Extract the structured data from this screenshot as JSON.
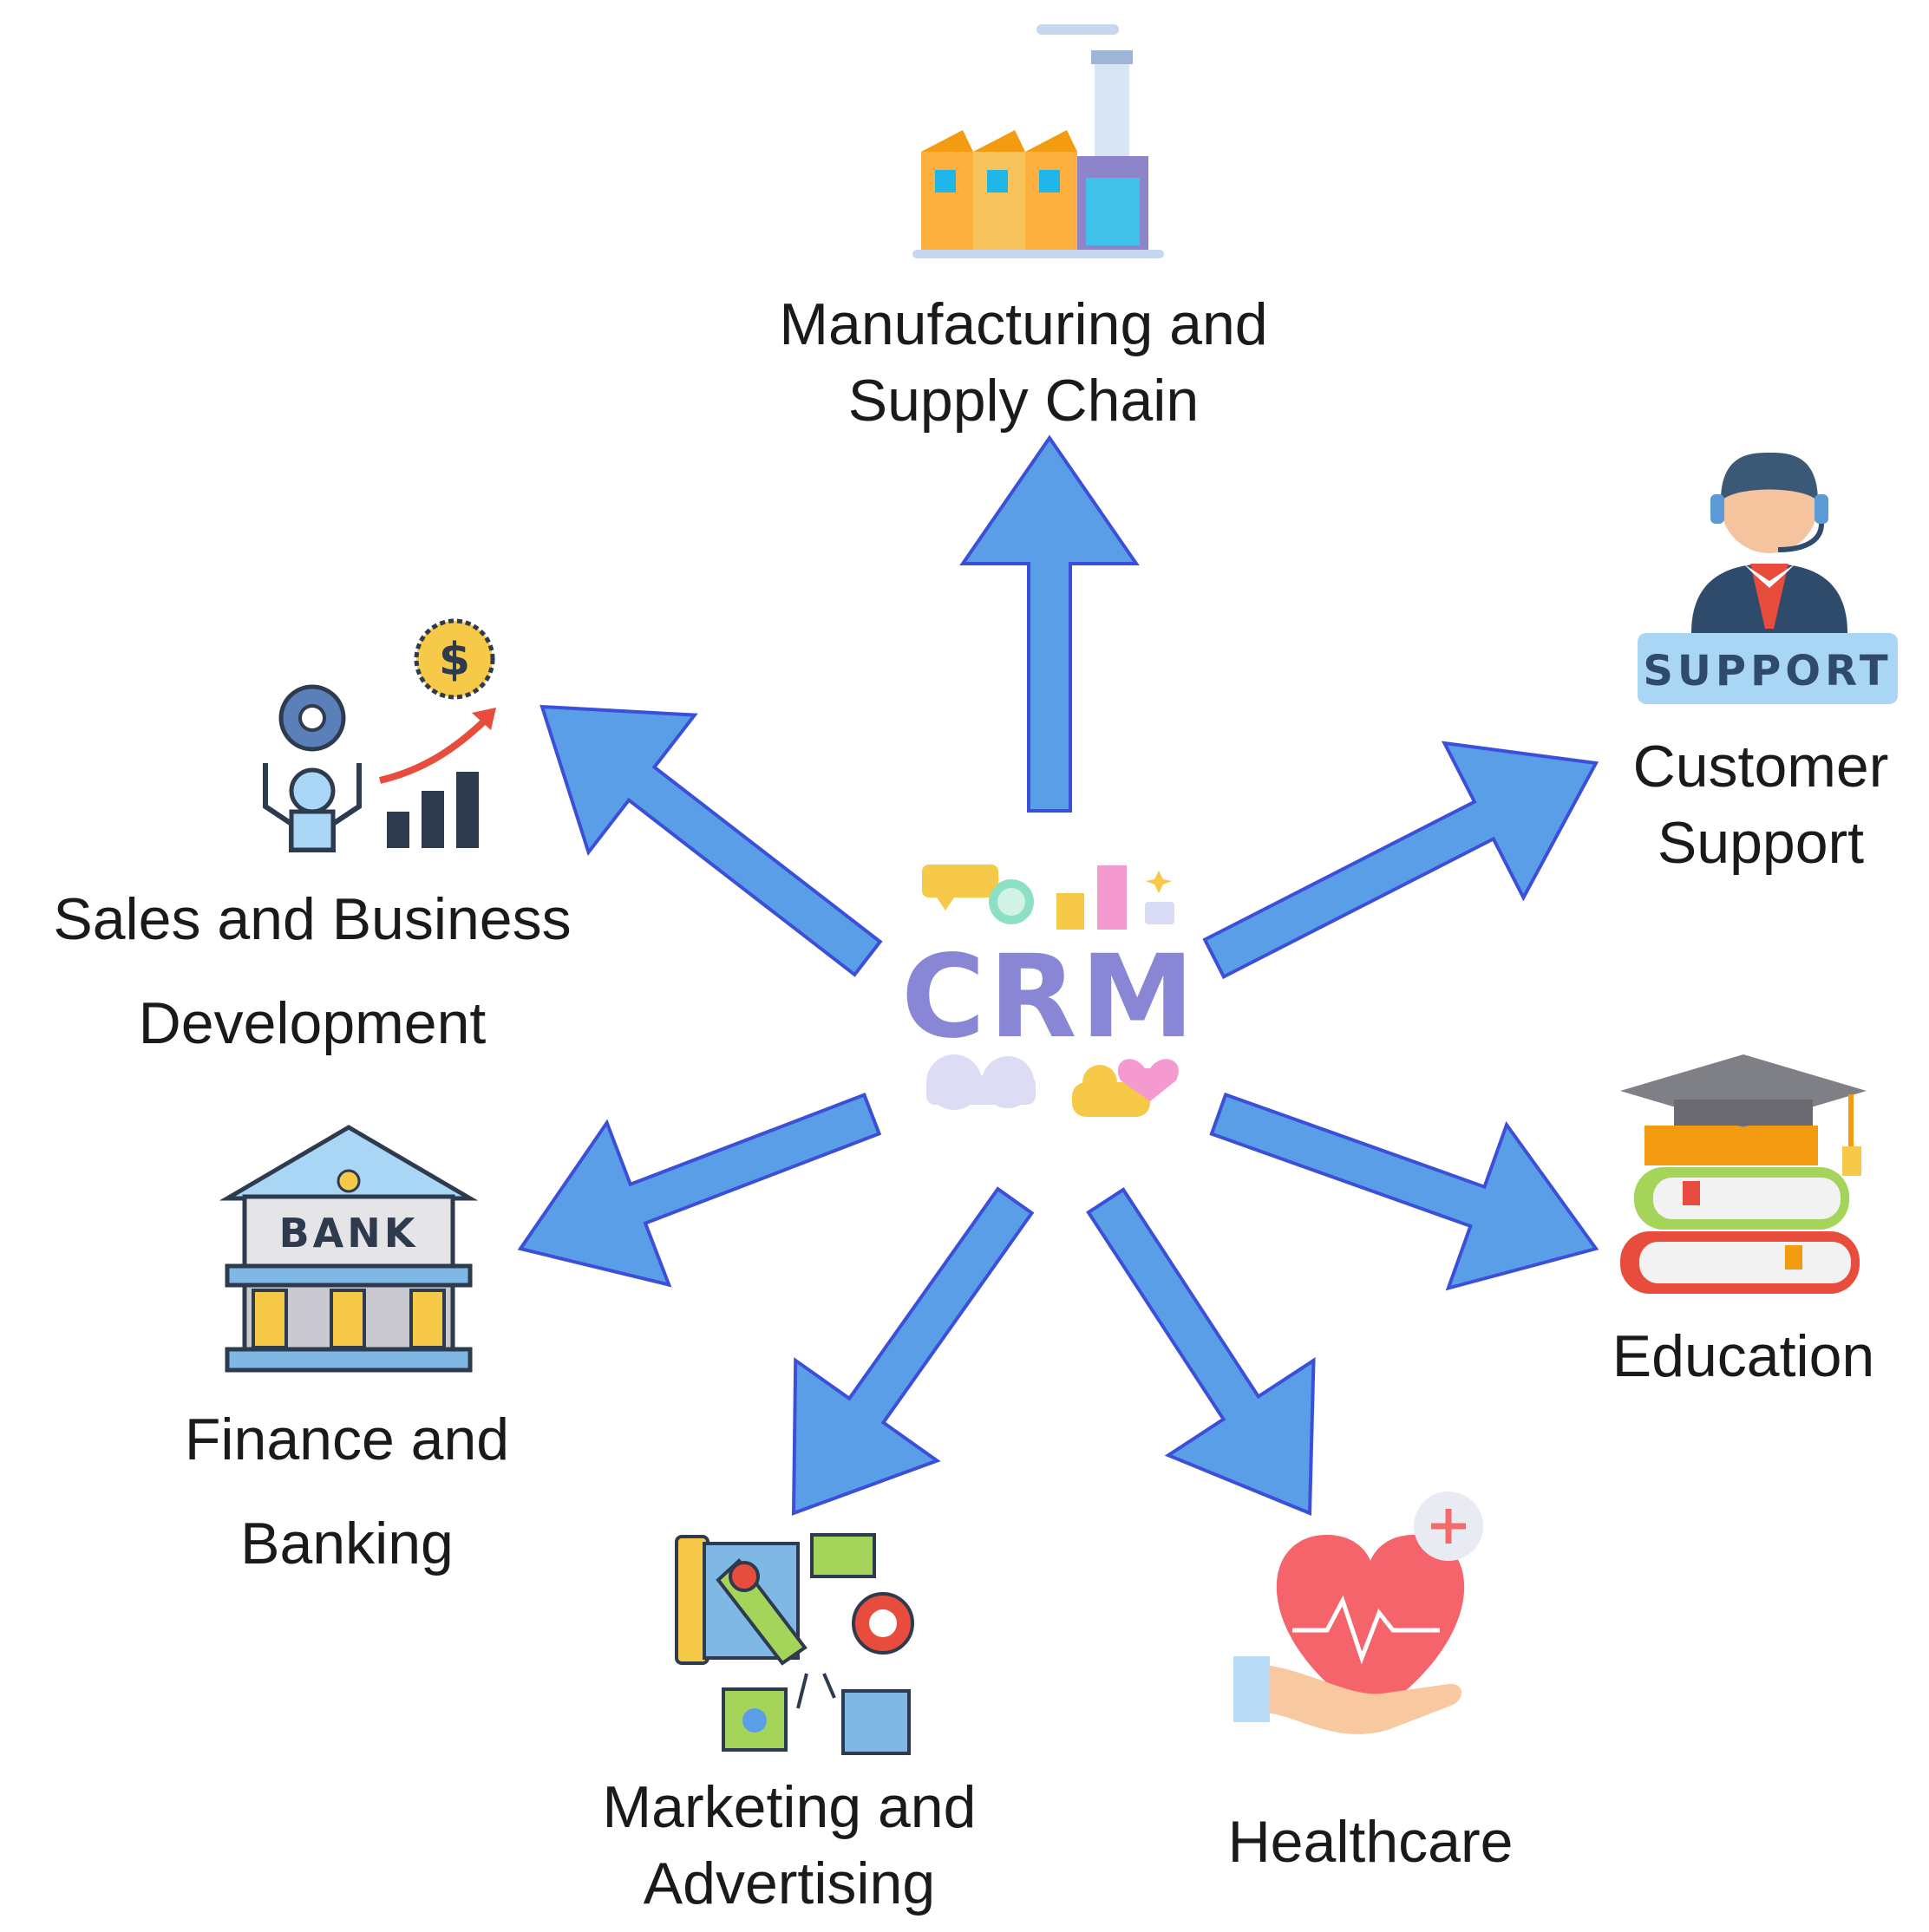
{
  "center": {
    "label": "CRM"
  },
  "nodes": [
    {
      "id": "manufacturing",
      "lines": [
        "Manufacturing and",
        "Supply Chain"
      ],
      "icon": "factory-icon"
    },
    {
      "id": "customer-support",
      "lines": [
        "Customer",
        "Support"
      ],
      "icon": "support-agent-icon",
      "badge": "SUPPORT"
    },
    {
      "id": "education",
      "lines": [
        "Education"
      ],
      "icon": "books-graduation-cap-icon"
    },
    {
      "id": "healthcare",
      "lines": [
        "Healthcare"
      ],
      "icon": "heart-in-hand-icon"
    },
    {
      "id": "marketing",
      "lines": [
        "Marketing and",
        "Advertising"
      ],
      "icon": "marketing-megaphone-icon"
    },
    {
      "id": "finance",
      "lines": [
        "Finance and",
        "Banking"
      ],
      "icon": "bank-building-icon",
      "badge": "BANK"
    },
    {
      "id": "sales",
      "lines": [
        "Sales and Business",
        "Development"
      ],
      "icon": "sales-growth-icon"
    }
  ],
  "colors": {
    "arrow_fill": "#5b9ee8",
    "arrow_stroke": "#3c4fd8",
    "crm_text": "#8a86d6",
    "label_text": "#1a1a1a"
  }
}
